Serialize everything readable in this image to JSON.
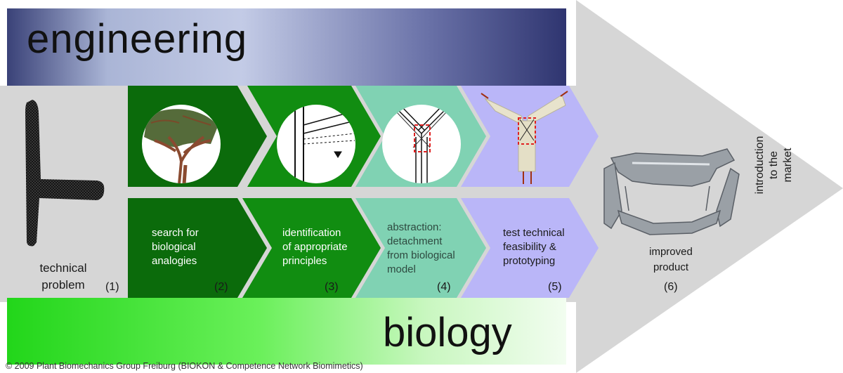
{
  "header": {
    "title": "engineering"
  },
  "footer": {
    "title": "biology",
    "copyright": "© 2009 Plant Biomechanics Group Freiburg (BIOKON & Competence Network Biomimetics)"
  },
  "start": {
    "label": "technical problem",
    "line1": "technical",
    "line2": "problem",
    "step": "(1)"
  },
  "steps": [
    {
      "lines": [
        "search for",
        "biological",
        "analogies"
      ],
      "step": "(2)"
    },
    {
      "lines": [
        "identification",
        "of appropriate",
        "principles"
      ],
      "step": "(3)"
    },
    {
      "lines": [
        "abstraction:",
        "detachment",
        "from biological",
        "model"
      ],
      "step": "(4)"
    },
    {
      "lines": [
        "test technical",
        "feasibility &",
        "prototyping"
      ],
      "step": "(5)"
    }
  ],
  "end": {
    "line1": "improved",
    "line2": "product",
    "step": "(6)"
  },
  "market": {
    "line1": "introduction",
    "line2": "to the",
    "line3": "market"
  },
  "colors": {
    "engineering_band_dark": "#3b4379",
    "engineering_band_light": "#c8cfe8",
    "biology_band": "#36e02a",
    "step2": "#0b6b0b",
    "step3": "#108a10",
    "step4": "#7fd1b2",
    "step5": "#b9b5f7",
    "background_arrow": "#d6d6d6"
  }
}
